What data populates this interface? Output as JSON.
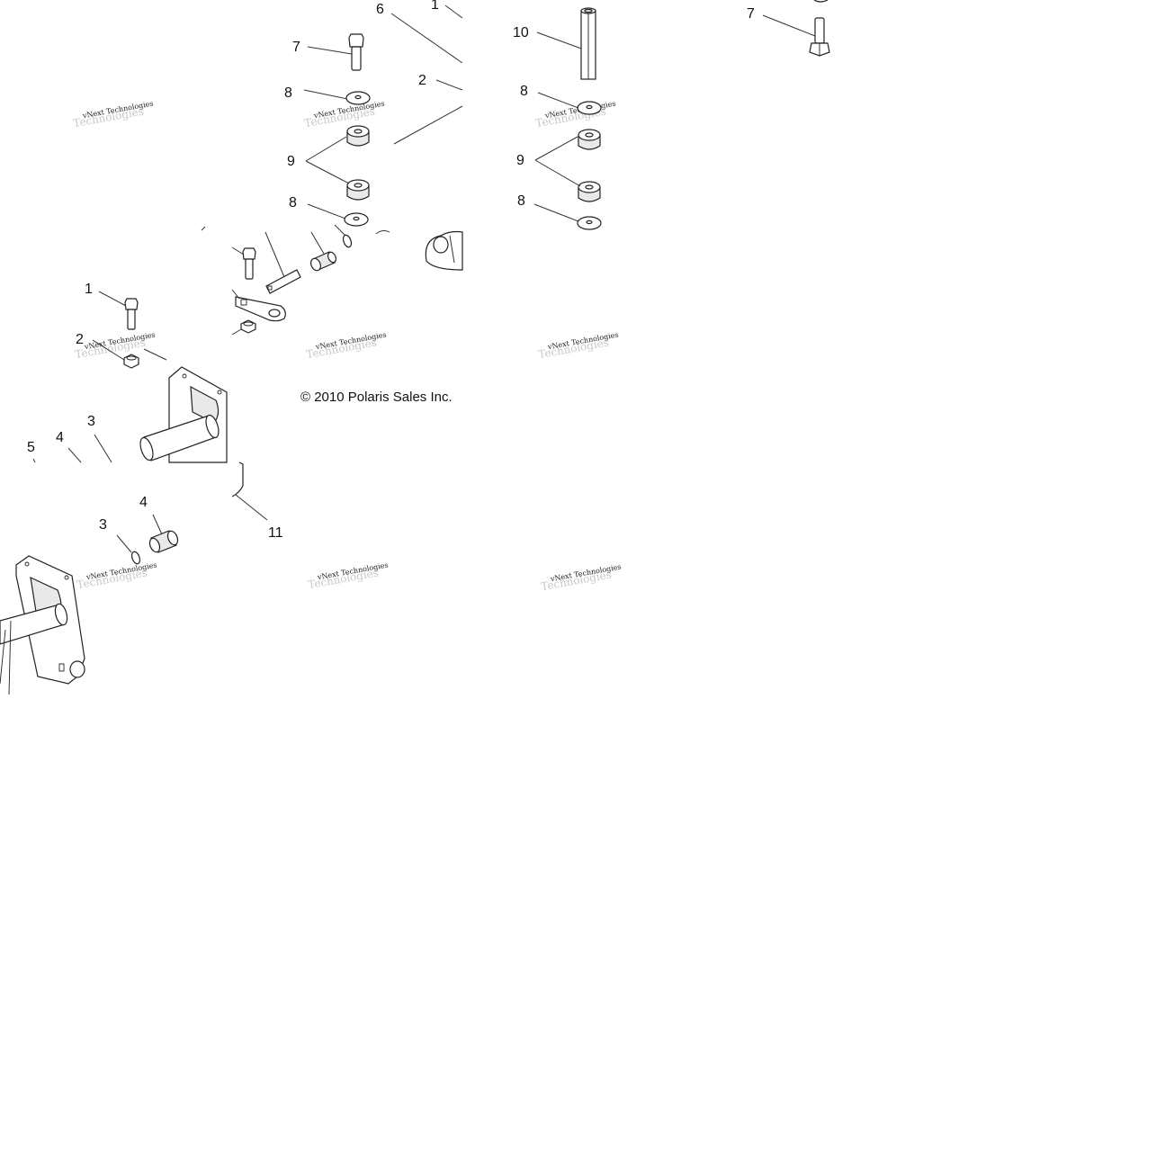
{
  "callouts": {
    "c1_top": "1",
    "c6": "6",
    "c7_a": "7",
    "c10": "10",
    "c7_b": "7",
    "c2_top": "2",
    "c8_a": "8",
    "c8_b": "8",
    "c9_a": "9",
    "c9_b": "9",
    "c8_c": "8",
    "c8_d": "8",
    "c1_mid": "1",
    "c2_mid": "2",
    "c3_a": "3",
    "c5": "5",
    "c4_a": "4",
    "c4_b": "4",
    "c3_b": "3",
    "c11": "11"
  },
  "copyright": "© 2010 Polaris Sales Inc.",
  "watermark": {
    "line1": "vNext Technologies",
    "line2": "Technologies"
  },
  "colors": {
    "line": "#222222",
    "watermark_light": "#c8c8c8"
  }
}
